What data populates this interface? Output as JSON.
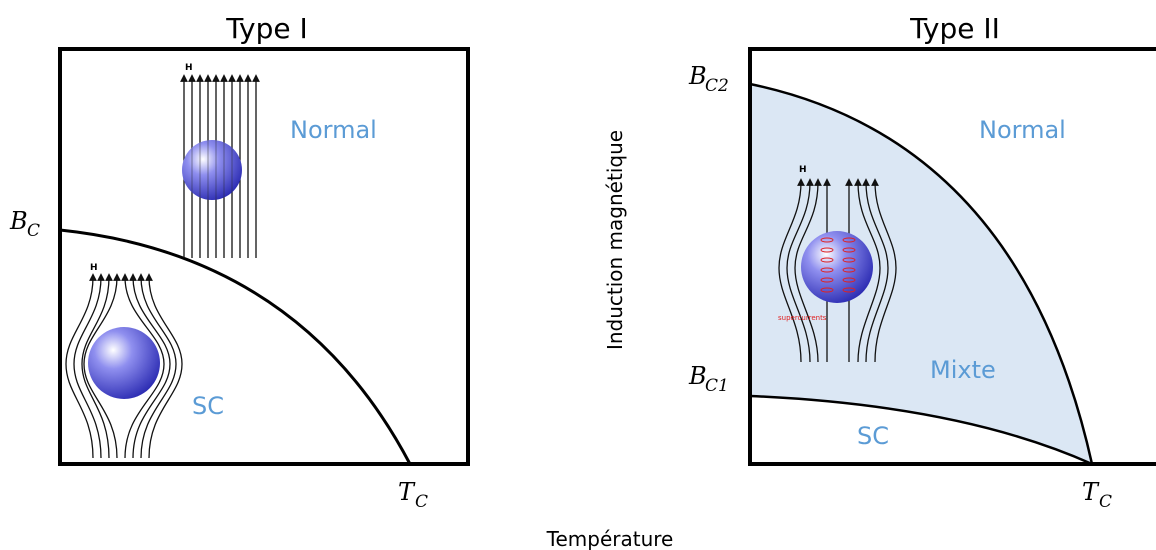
{
  "colors": {
    "region_label": "#5b9bd5",
    "mixed_fill": "#dbe7f4",
    "sphere": "#5a5ad8",
    "supercurrent": "#e02020"
  },
  "panels": {
    "type1": {
      "title": "Type I",
      "bc": {
        "main": "B",
        "sub": "C"
      },
      "tc": {
        "main": "T",
        "sub": "C"
      },
      "normal": "Normal",
      "sc": "SC",
      "field_normal": "H",
      "field_sc": "H"
    },
    "type2": {
      "title": "Type II",
      "bc2": {
        "main": "B",
        "sub": "C2"
      },
      "bc1": {
        "main": "B",
        "sub": "C1"
      },
      "tc": {
        "main": "T",
        "sub": "C"
      },
      "normal": "Normal",
      "mixed": "Mixte",
      "sc": "SC",
      "field": "H",
      "supercurrents": "supercurrents"
    }
  },
  "axes": {
    "y_label": "Induction magnétique",
    "x_label": "Température"
  },
  "icons": {
    "sphere": "superconductor-sphere-icon",
    "field_lines": "magnetic-field-lines-icon"
  }
}
